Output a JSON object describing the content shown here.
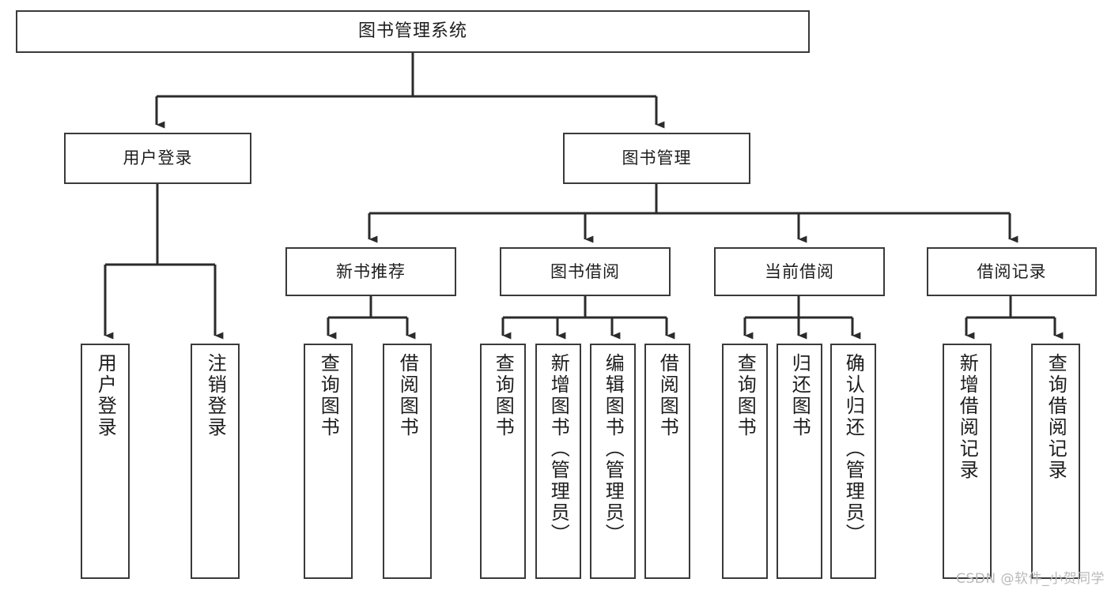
{
  "diagram": {
    "title": "图书管理系统",
    "type": "tree-hierarchy-chart",
    "colors": {
      "box_border": "#3a3a3a",
      "box_fill": "#ffffff",
      "connector": "#2b2b2b",
      "text": "#1d1d1d",
      "watermark": "#b9b9b9",
      "background": "#ffffff"
    }
  },
  "nodes": {
    "root": {
      "label": "图书管理系统"
    },
    "level2": [
      {
        "label": "用户登录"
      },
      {
        "label": "图书管理"
      }
    ],
    "level3": [
      {
        "label": "新书推荐"
      },
      {
        "label": "图书借阅"
      },
      {
        "label": "当前借阅"
      },
      {
        "label": "借阅记录"
      }
    ],
    "leaves_user_login": [
      {
        "label": "用户登录"
      },
      {
        "label": "注销登录"
      }
    ],
    "leaves_new_book": [
      {
        "label": "查询图书"
      },
      {
        "label": "借阅图书"
      }
    ],
    "leaves_borrow": [
      {
        "label": "查询图书"
      },
      {
        "label": "新增图书（管理员）"
      },
      {
        "label": "编辑图书（管理员）"
      },
      {
        "label": "借阅图书"
      }
    ],
    "leaves_current": [
      {
        "label": "查询图书"
      },
      {
        "label": "归还图书"
      },
      {
        "label": "确认归还（管理员）"
      }
    ],
    "leaves_records": [
      {
        "label": "新增借阅记录"
      },
      {
        "label": "查询借阅记录"
      }
    ]
  },
  "watermark": {
    "text": "CSDN @软件_小贺同学"
  }
}
